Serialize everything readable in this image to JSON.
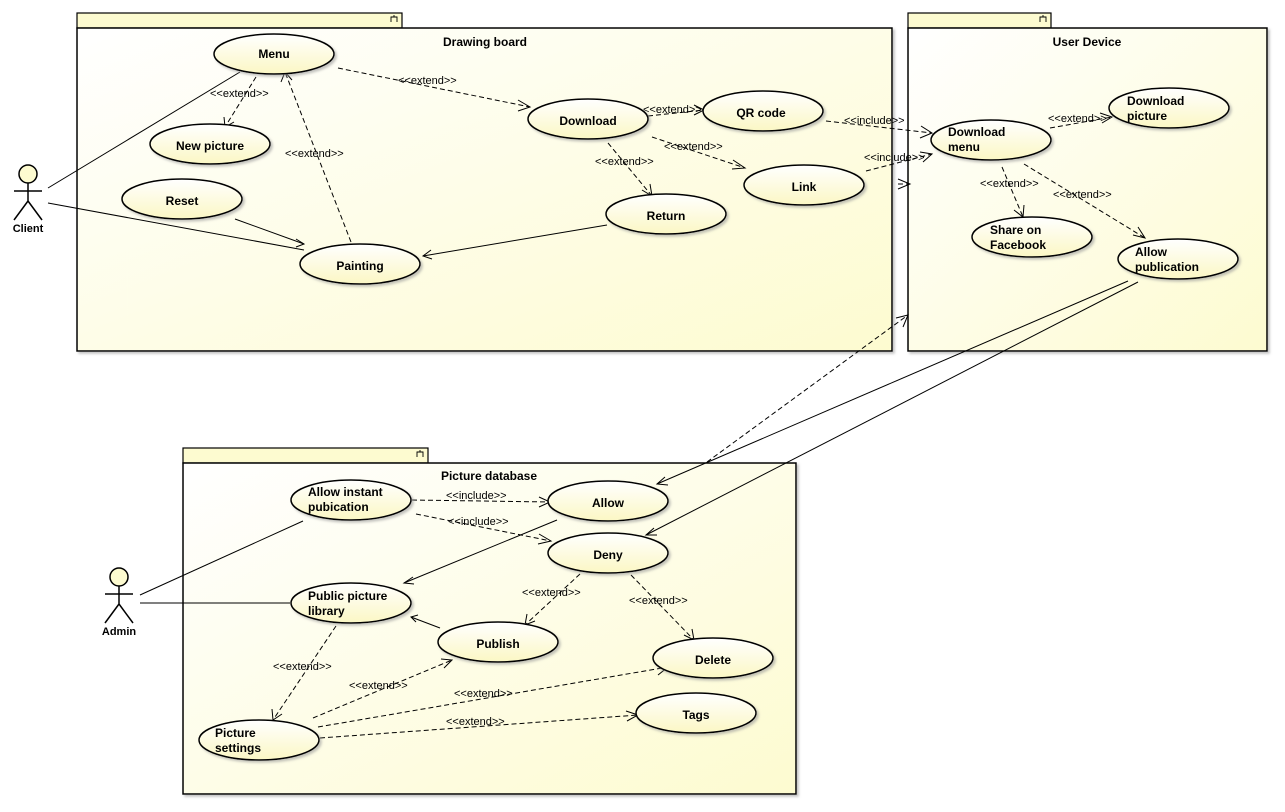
{
  "packages": {
    "drawing_board": "Drawing board",
    "user_device": "User Device",
    "picture_database": "Picture database"
  },
  "actors": {
    "client": "Client",
    "admin": "Admin"
  },
  "use_cases": {
    "menu": [
      "Menu"
    ],
    "new_picture": [
      "New picture"
    ],
    "reset": [
      "Reset"
    ],
    "painting": [
      "Painting"
    ],
    "download": [
      "Download"
    ],
    "qr_code": [
      "QR code"
    ],
    "link": [
      "Link"
    ],
    "return": [
      "Return"
    ],
    "download_menu": [
      "Download",
      "menu"
    ],
    "download_picture": [
      "Download",
      "picture"
    ],
    "share_facebook": [
      "Share on",
      "Facebook"
    ],
    "allow_publication": [
      "Allow",
      "publication"
    ],
    "allow_instant": [
      "Allow instant",
      "pubication"
    ],
    "allow": [
      "Allow"
    ],
    "deny": [
      "Deny"
    ],
    "public_library": [
      "Public picture",
      "library"
    ],
    "publish": [
      "Publish"
    ],
    "delete": [
      "Delete"
    ],
    "tags": [
      "Tags"
    ],
    "picture_settings": [
      "Picture",
      "settings"
    ]
  },
  "stereotypes": {
    "extend": "<<extend>>",
    "include": "<<include>>"
  }
}
